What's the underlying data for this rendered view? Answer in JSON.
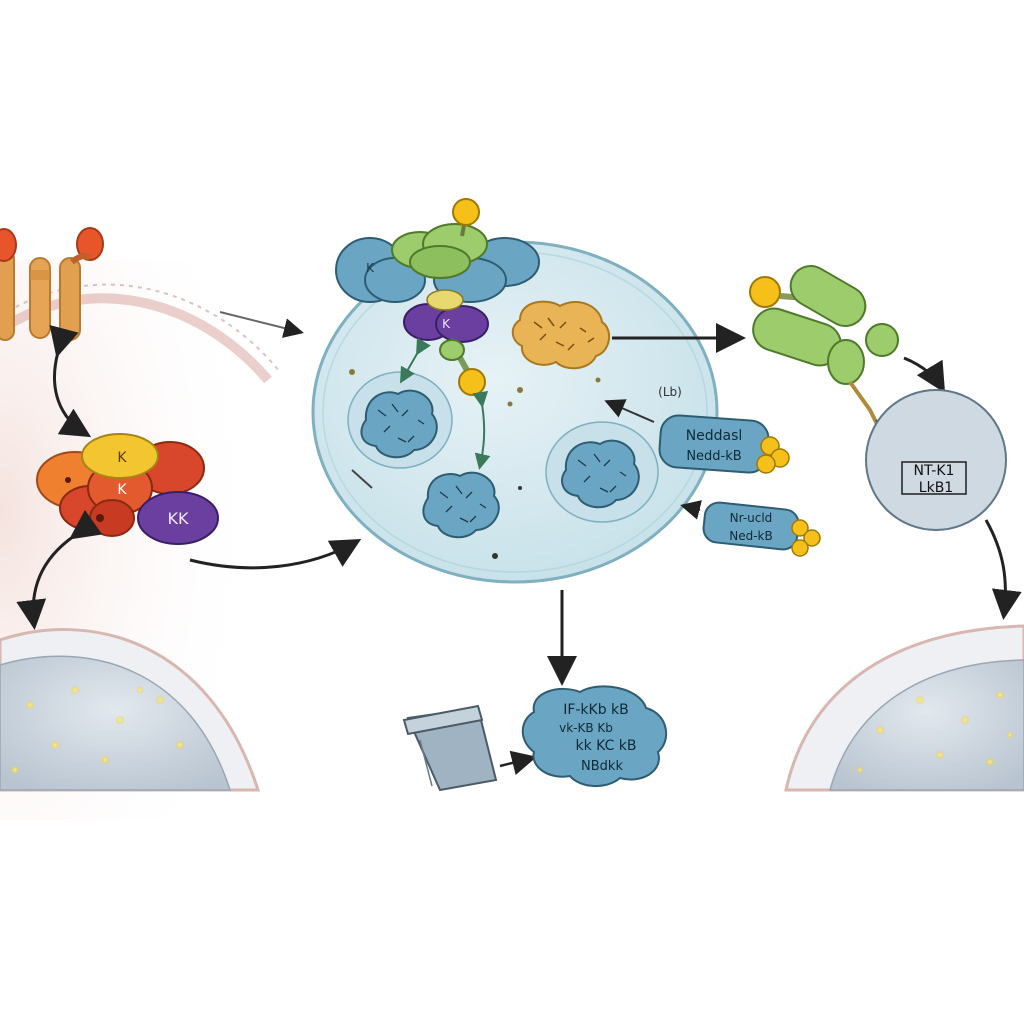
{
  "labels": {
    "ikk_top": "K",
    "ikk_mid": "K",
    "ikk_complex": "KK",
    "central_top": "K",
    "central_purple": "K",
    "cytoplasm_small": "(Lb)",
    "nf_box_line1": "NT-K1",
    "nf_box_line2": "LkB1",
    "nedd_line1": "Neddasl",
    "nedd_line2": "Nedd-kB",
    "tag2_line1": "Nr-ucld",
    "tag2_line2": "Ned-kB",
    "cluster_line1": "IF-kKb kB",
    "cluster_line2": "vk-KB Kb",
    "cluster_line3": "kk KC kB",
    "cluster_line4": "NBdkk"
  },
  "colors": {
    "receptor_red": "#e8552a",
    "receptor_tan": "#e0a050",
    "ikk_yellow": "#f2c531",
    "ikk_red": "#d8472b",
    "ikk_orange": "#ef8030",
    "ikk_purple": "#6b3fa0",
    "central_cell_fill": "#d6e9ef",
    "central_cell_stroke": "#7fb0c0",
    "blue_protein": "#6aa6c4",
    "green_protein": "#9ccc6b",
    "gold_ligand": "#f5c01a",
    "orange_granule": "#e8b456",
    "nucleus_fill": "#cfd9e2",
    "arrow": "#333333"
  }
}
